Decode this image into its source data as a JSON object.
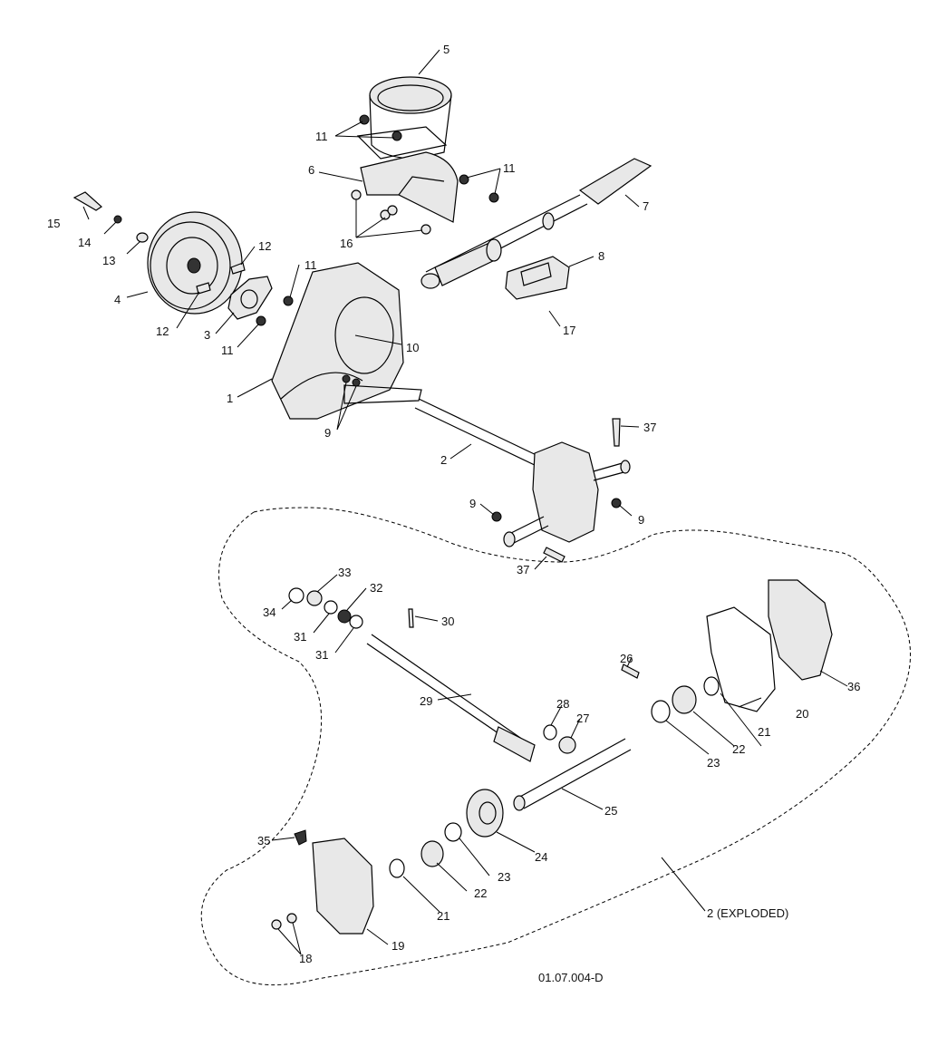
{
  "diagram": {
    "drawing_number": "01.07.004-D",
    "exploded_label": "2 (EXPLODED)",
    "callouts": {
      "c1": "1",
      "c2": "2",
      "c3": "3",
      "c4": "4",
      "c5": "5",
      "c6": "6",
      "c7": "7",
      "c8": "8",
      "c9a": "9",
      "c9b": "9",
      "c9c": "9",
      "c10": "10",
      "c11a": "11",
      "c11b": "11",
      "c11c": "11",
      "c11d": "11",
      "c12a": "12",
      "c12b": "12",
      "c13": "13",
      "c14": "14",
      "c15": "15",
      "c16": "16",
      "c17": "17",
      "c18": "18",
      "c19": "19",
      "c20": "20",
      "c21a": "21",
      "c21b": "21",
      "c22a": "22",
      "c22b": "22",
      "c23a": "23",
      "c23b": "23",
      "c24": "24",
      "c25": "25",
      "c26": "26",
      "c27": "27",
      "c28": "28",
      "c29": "29",
      "c30": "30",
      "c31a": "31",
      "c31b": "31",
      "c32": "32",
      "c33": "33",
      "c34": "34",
      "c35": "35",
      "c36": "36",
      "c37a": "37",
      "c37b": "37"
    }
  }
}
